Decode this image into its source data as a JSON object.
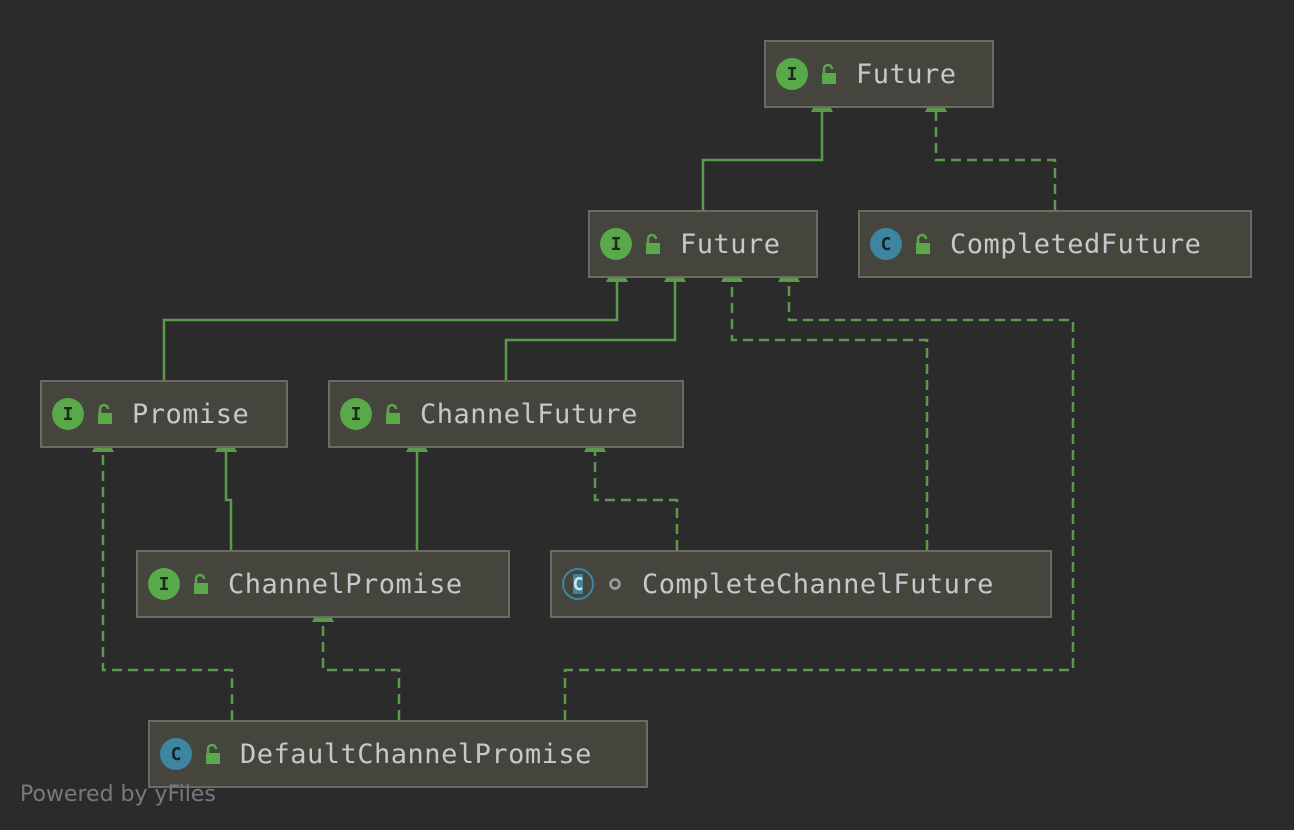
{
  "nodes": {
    "future_root": {
      "label": "Future",
      "kind": "I",
      "visibility": "public"
    },
    "future_netty": {
      "label": "Future",
      "kind": "I",
      "visibility": "public"
    },
    "completed_future": {
      "label": "CompletedFuture",
      "kind": "C",
      "visibility": "public"
    },
    "promise": {
      "label": "Promise",
      "kind": "I",
      "visibility": "public"
    },
    "channel_future": {
      "label": "ChannelFuture",
      "kind": "I",
      "visibility": "public"
    },
    "channel_promise": {
      "label": "ChannelPromise",
      "kind": "I",
      "visibility": "public"
    },
    "complete_channel_future": {
      "label": "CompleteChannelFuture",
      "kind": "C",
      "visibility": "package"
    },
    "default_channel_promise": {
      "label": "DefaultChannelPromise",
      "kind": "C",
      "visibility": "public"
    }
  },
  "footer": {
    "text": "Powered by yFiles"
  },
  "colors": {
    "background": "#2b2b2b",
    "node_fill": "#45443d",
    "node_border": "#6b6b64",
    "edge": "#5b9a4a",
    "interface_badge": "#59a84a",
    "class_badge": "#3e86a0",
    "text": "#c6c9cc"
  },
  "edge_types": {
    "extends": "solid",
    "implements": "dashed"
  },
  "edges": [
    {
      "from": "future_netty",
      "to": "future_root",
      "type": "extends"
    },
    {
      "from": "completed_future",
      "to": "future_root",
      "type": "implements"
    },
    {
      "from": "promise",
      "to": "future_netty",
      "type": "extends"
    },
    {
      "from": "channel_future",
      "to": "future_netty",
      "type": "extends"
    },
    {
      "from": "complete_channel_future",
      "to": "future_netty",
      "type": "implements"
    },
    {
      "from": "default_channel_promise",
      "to": "future_netty",
      "type": "implements"
    },
    {
      "from": "channel_promise",
      "to": "promise",
      "type": "extends"
    },
    {
      "from": "channel_promise",
      "to": "channel_future",
      "type": "extends"
    },
    {
      "from": "complete_channel_future",
      "to": "channel_future",
      "type": "implements"
    },
    {
      "from": "default_channel_promise",
      "to": "promise",
      "type": "implements"
    },
    {
      "from": "default_channel_promise",
      "to": "channel_promise",
      "type": "implements"
    }
  ]
}
